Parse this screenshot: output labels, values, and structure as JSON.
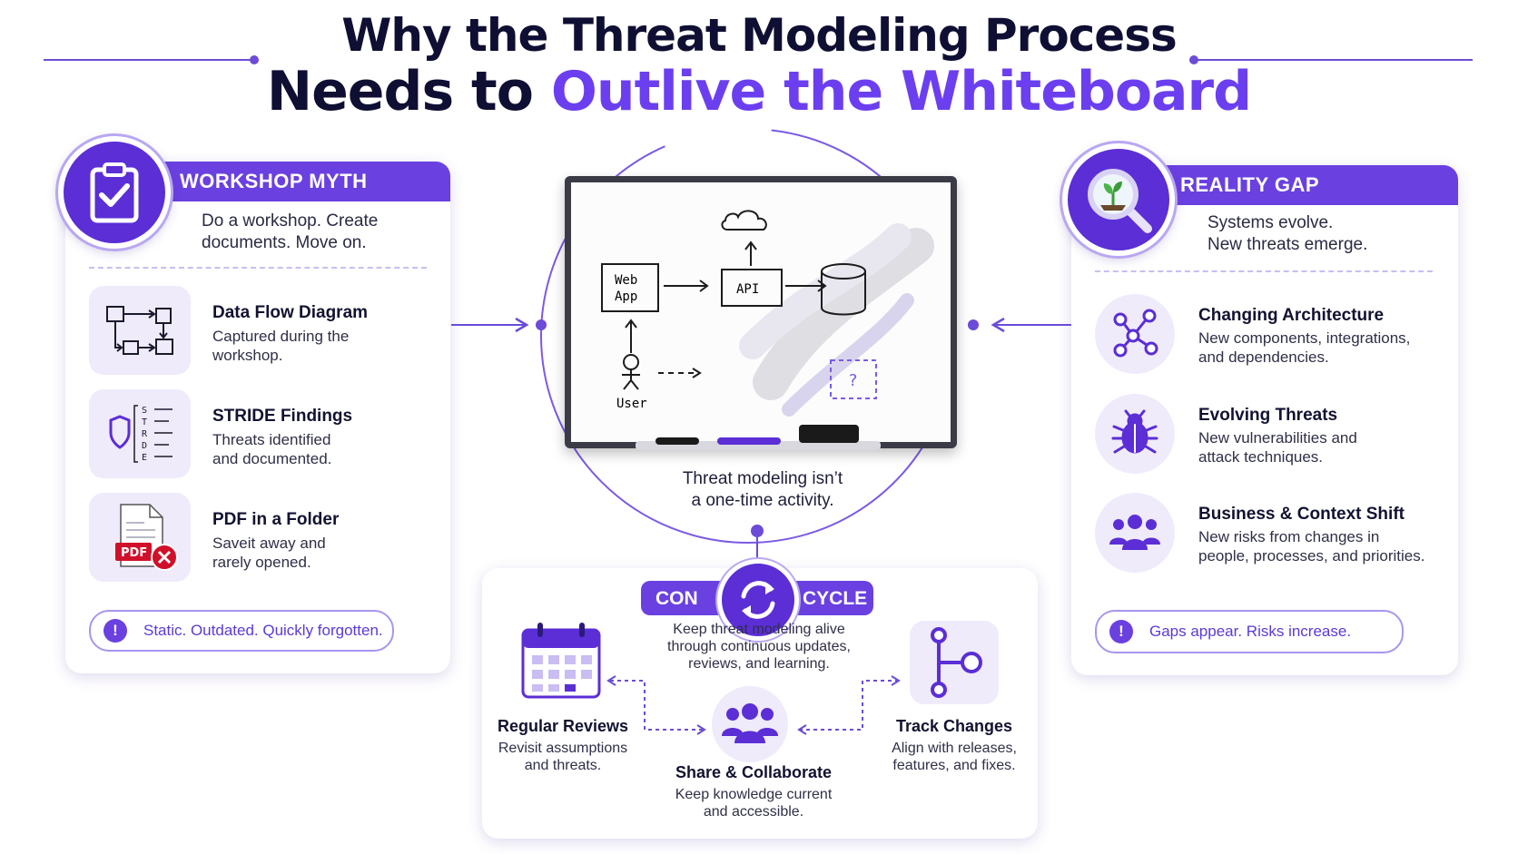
{
  "title": {
    "line1": "Why the Threat Modeling Process",
    "line2_prefix": "Needs to ",
    "line2_accent": "Outlive the Whiteboard"
  },
  "colors": {
    "accent": "#6a40e0",
    "dark": "#0f0e33",
    "tile": "#efebfb",
    "alert": "#d0102a"
  },
  "left": {
    "banner": "WORKSHOP MYTH",
    "subtitle_lines": [
      "Do a workshop. Create",
      "documents. Move on."
    ],
    "items": [
      {
        "icon": "data-flow-diagram-icon",
        "title": "Data Flow Diagram",
        "desc_lines": [
          "Captured during the",
          "workshop."
        ]
      },
      {
        "icon": "stride-shield-icon",
        "title": "STRIDE Findings",
        "desc_lines": [
          "Threats identified",
          "and documented."
        ],
        "letters": [
          "S",
          "T",
          "R",
          "D",
          "E"
        ]
      },
      {
        "icon": "pdf-rejected-icon",
        "title": "PDF in a Folder",
        "desc_lines": [
          "Saveit away and",
          "rarely opened."
        ],
        "pdf_label": "PDF"
      }
    ],
    "alert": "Static. Outdated. Quickly forgotten."
  },
  "right": {
    "banner": "REALITY GAP",
    "subtitle_lines": [
      "Systems evolve.",
      "New threats emerge."
    ],
    "items": [
      {
        "icon": "architecture-nodes-icon",
        "title": "Changing Architecture",
        "desc_lines": [
          "New components, integrations,",
          "and dependencies."
        ]
      },
      {
        "icon": "bug-icon",
        "title": "Evolving Threats",
        "desc_lines": [
          "New vulnerabilities and",
          "attack techniques."
        ]
      },
      {
        "icon": "people-group-icon",
        "title": "Business & Context Shift",
        "desc_lines": [
          "New risks from changes in",
          "people, processes, and priorities."
        ]
      }
    ],
    "alert": "Gaps appear. Risks increase."
  },
  "whiteboard": {
    "labels": {
      "web_app_1": "Web",
      "web_app_2": "App",
      "api": "API",
      "user": "User",
      "question": "?"
    },
    "caption_lines": [
      "Threat modeling isn’t",
      "a one-time activity."
    ]
  },
  "cycle": {
    "left_label": "CON",
    "right_label": "CYCLE",
    "desc_lines": [
      "Keep threat modeling alive",
      "through continuous updates,",
      "reviews, and learning."
    ],
    "nodes": [
      {
        "icon": "calendar-icon",
        "title": "Regular Reviews",
        "desc_lines": [
          "Revisit assumptions",
          "and threats."
        ]
      },
      {
        "icon": "people-group-icon",
        "title": "Share & Collaborate",
        "desc_lines": [
          "Keep knowledge current",
          "and accessible."
        ]
      },
      {
        "icon": "branch-icon",
        "title": "Track Changes",
        "desc_lines": [
          "Align with releases,",
          "features, and fixes."
        ]
      }
    ]
  }
}
